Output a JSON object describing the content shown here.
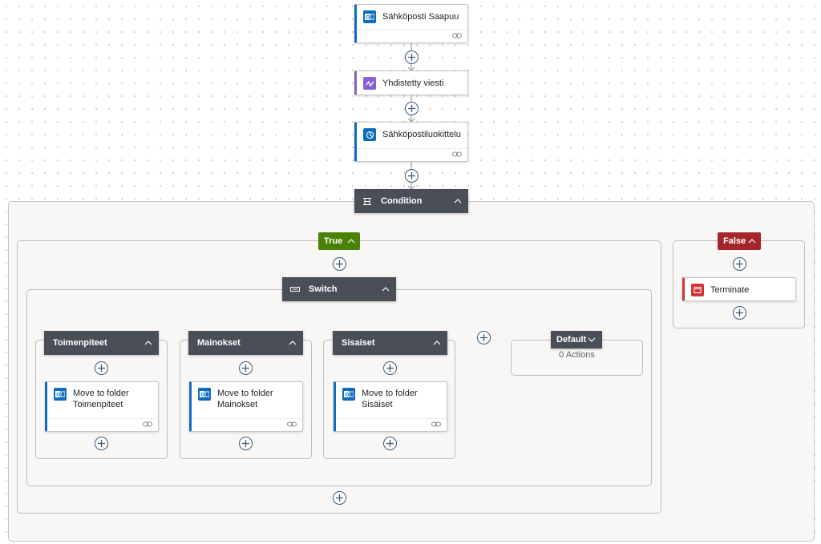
{
  "flow": {
    "trigger": {
      "label": "Sähköposti Saapuu",
      "icon": "outlook-icon"
    },
    "combine": {
      "label": "Yhdistetty viesti",
      "icon": "ai-prompt-icon"
    },
    "classify": {
      "label": "Sähköpostiluokittelu",
      "icon": "classification-icon"
    },
    "condition": {
      "label": "Condition",
      "icon": "condition-icon"
    },
    "true_branch": {
      "label": "True",
      "color": "#498205",
      "switch": {
        "label": "Switch",
        "cases": [
          {
            "label": "Toimenpiteet",
            "action_line1": "Move to folder",
            "action_line2": "Toimenpiteet"
          },
          {
            "label": "Mainokset",
            "action_line1": "Move to folder",
            "action_line2": "Mainokset"
          },
          {
            "label": "Sisaiset",
            "action_line1": "Move to folder",
            "action_line2": "Sisäiset"
          }
        ],
        "default": {
          "label": "Default",
          "empty_text": "0 Actions"
        }
      }
    },
    "false_branch": {
      "label": "False",
      "color": "#a4262c",
      "action": {
        "label": "Terminate",
        "icon": "terminate-icon"
      }
    }
  },
  "colors": {
    "accent": "#0f6cbd",
    "header": "#4a4f57",
    "connector": "#a8a8a8"
  }
}
